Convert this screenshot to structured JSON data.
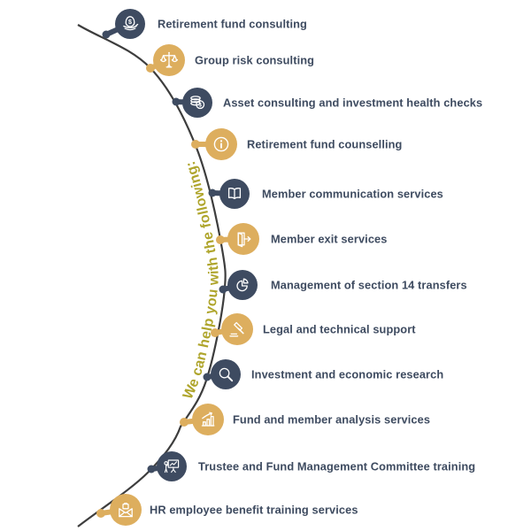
{
  "curve_text": "We can help you with the following:",
  "palette": {
    "navy": "#3E4B61",
    "gold": "#DDAE5E",
    "line": "#3D3D3D",
    "label_text": "#3E4B60",
    "curve_text_color": "#AFA52C",
    "icon_stroke": "#FFFFFF"
  },
  "items": [
    {
      "label": "Retirement fund consulting",
      "icon": "nest-egg-dollar-icon",
      "color_hex": "#3E4B61"
    },
    {
      "label": "Group risk consulting",
      "icon": "scales-icon",
      "color_hex": "#DDAE5E"
    },
    {
      "label": "Asset consulting and investment health checks",
      "icon": "coin-stack-icon",
      "color_hex": "#3E4B61"
    },
    {
      "label": "Retirement fund counselling",
      "icon": "info-icon",
      "color_hex": "#DDAE5E"
    },
    {
      "label": "Member communication services",
      "icon": "open-book-icon",
      "color_hex": "#3E4B61"
    },
    {
      "label": "Member exit services",
      "icon": "exit-door-icon",
      "color_hex": "#DDAE5E"
    },
    {
      "label": "Management of section 14 transfers",
      "icon": "pie-chart-icon",
      "color_hex": "#3E4B61"
    },
    {
      "label": "Legal and technical support",
      "icon": "gavel-icon",
      "color_hex": "#DDAE5E"
    },
    {
      "label": "Investment and economic research",
      "icon": "magnifier-icon",
      "color_hex": "#3E4B61"
    },
    {
      "label": "Fund and member analysis services",
      "icon": "bar-chart-icon",
      "color_hex": "#DDAE5E"
    },
    {
      "label": "Trustee and Fund Management Committee training",
      "icon": "presentation-icon",
      "color_hex": "#3E4B61"
    },
    {
      "label": "HR employee benefit training services",
      "icon": "envelope-briefcase-icon",
      "color_hex": "#DDAE5E"
    }
  ]
}
